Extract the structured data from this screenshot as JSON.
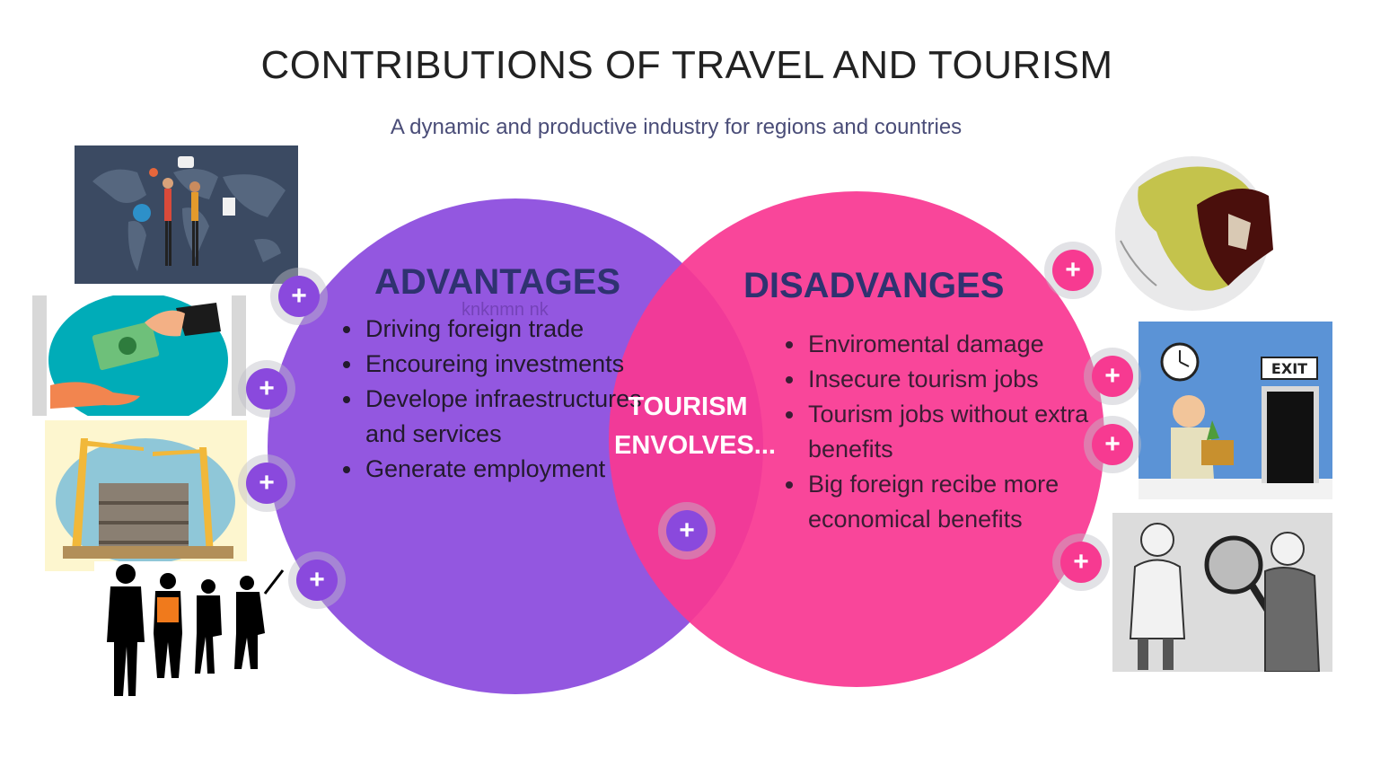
{
  "title": "CONTRIBUTIONS OF TRAVEL AND TOURISM",
  "subtitle": "A dynamic and productive industry for regions and countries",
  "advantages": {
    "heading": "ADVANTAGES",
    "watermark": "knknmn nk",
    "items": [
      "Driving foreign trade",
      "Encoureing investments",
      "Develope infraestructures and services",
      "Generate employment"
    ]
  },
  "disadvantages": {
    "heading": "DISADVANGES",
    "items": [
      "Enviromental damage",
      "Insecure tourism jobs",
      "Tourism jobs without extra benefits",
      "Big foreign recibe more economical benefits"
    ]
  },
  "center": {
    "line1": "TOURISM",
    "line2": "ENVOLVES..."
  },
  "plus_symbol": "+",
  "exit_sign": "EXIT",
  "colors": {
    "advantages_circle": "#8a49dd",
    "disadvantages_circle": "#f73a91",
    "heading": "#2f3270",
    "subtitle": "#4a4d78"
  }
}
